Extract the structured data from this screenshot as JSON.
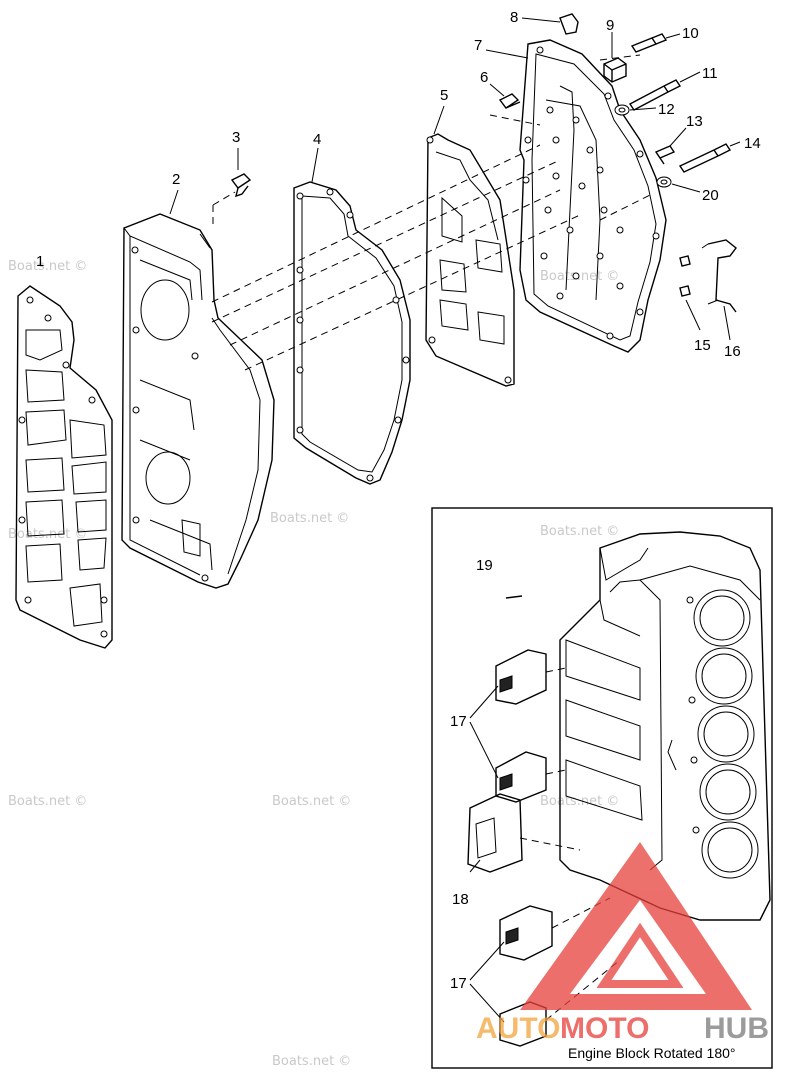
{
  "callouts": {
    "p1": "1",
    "p2": "2",
    "p3": "3",
    "p4": "4",
    "p5": "5",
    "p6": "6",
    "p7": "7",
    "p8": "8",
    "p9": "9",
    "p10": "10",
    "p11": "11",
    "p12": "12",
    "p13": "13",
    "p14": "14",
    "p15": "15",
    "p16": "16",
    "p17a": "17",
    "p17b": "17",
    "p18": "18",
    "p19": "19",
    "p20": "20"
  },
  "inset": {
    "caption": "Engine Block Rotated 180°"
  },
  "watermark": {
    "text": "Boats.net ©"
  },
  "brand": {
    "part1": "AUTO",
    "part2": "MOTO",
    "part3": "HUB",
    "color_red": "#e6403a",
    "color_gray": "#7a7a7a",
    "color_orange": "#f2a33a"
  }
}
